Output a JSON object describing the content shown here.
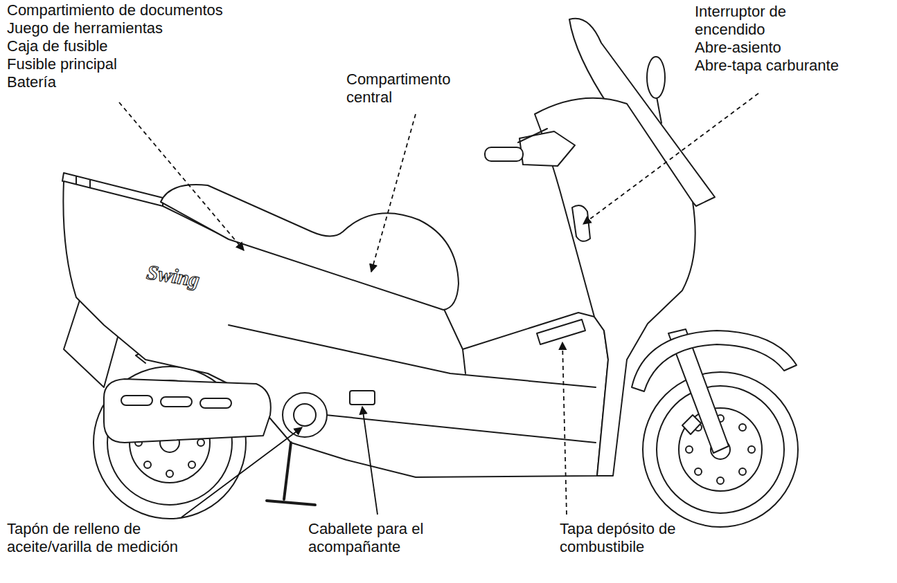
{
  "diagram": {
    "labels": [
      "Compartimiento de documentos",
      "Juego de herramientas",
      "Caja de fusible",
      "Fusible principal",
      "Batería",
      "Compartimento central",
      "Interruptor de encendido",
      "Abre-asiento",
      "Abre-tapa carburante",
      "Swing",
      "Tapón de relleno de aceite/varilla de medición",
      "Caballete para el acompañante",
      "Tapa depósito de combustibile"
    ]
  }
}
